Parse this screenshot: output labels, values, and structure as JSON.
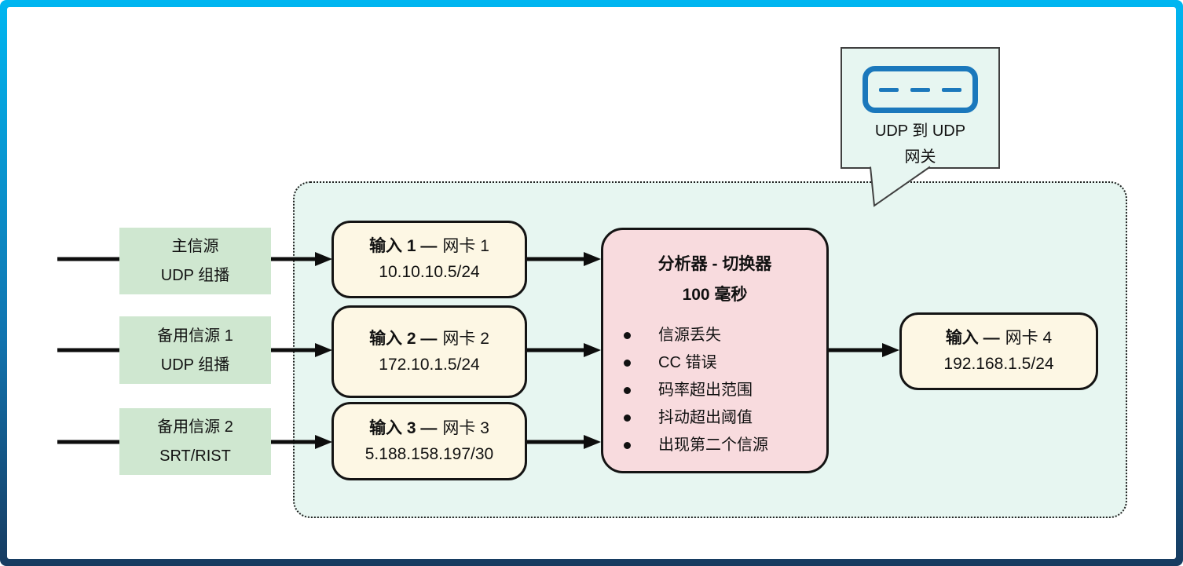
{
  "palette": {
    "frame_top": "#00b6f1",
    "frame_mid": "#1173ae",
    "frame_bottom": "#173b60",
    "container_bg": "#e7f6f1",
    "source_bg": "#cfe7d0",
    "input_bg": "#fdf7e4",
    "analyzer_bg": "#f8dbde",
    "icon_blue": "#1b78bc",
    "line_color": "#0d0d0d"
  },
  "callout": {
    "icon": "udp-gateway-icon",
    "line1": "UDP 到 UDP",
    "line2": "网关"
  },
  "sources": [
    {
      "line1": "主信源",
      "line2": "UDP 组播"
    },
    {
      "line1": "备用信源 1",
      "line2": "UDP 组播"
    },
    {
      "line1": "备用信源 2",
      "line2": "SRT/RIST"
    }
  ],
  "inputs": [
    {
      "bold": "输入 1 —",
      "rest": "网卡 1",
      "address": "10.10.10.5/24"
    },
    {
      "bold": "输入 2 —",
      "rest": "网卡 2",
      "address": "172.10.1.5/24"
    },
    {
      "bold": "输入 3 —",
      "rest": "网卡 3",
      "address": "5.188.158.197/30"
    }
  ],
  "analyzer": {
    "title": "分析器 - 切换器",
    "subtitle": "100 毫秒",
    "bullets": [
      "信源丢失",
      "CC 错误",
      "码率超出范围",
      "抖动超出阈值",
      "出现第二个信源"
    ]
  },
  "output": {
    "bold": "输入 —",
    "rest": "网卡 4",
    "address": "192.168.1.5/24"
  }
}
